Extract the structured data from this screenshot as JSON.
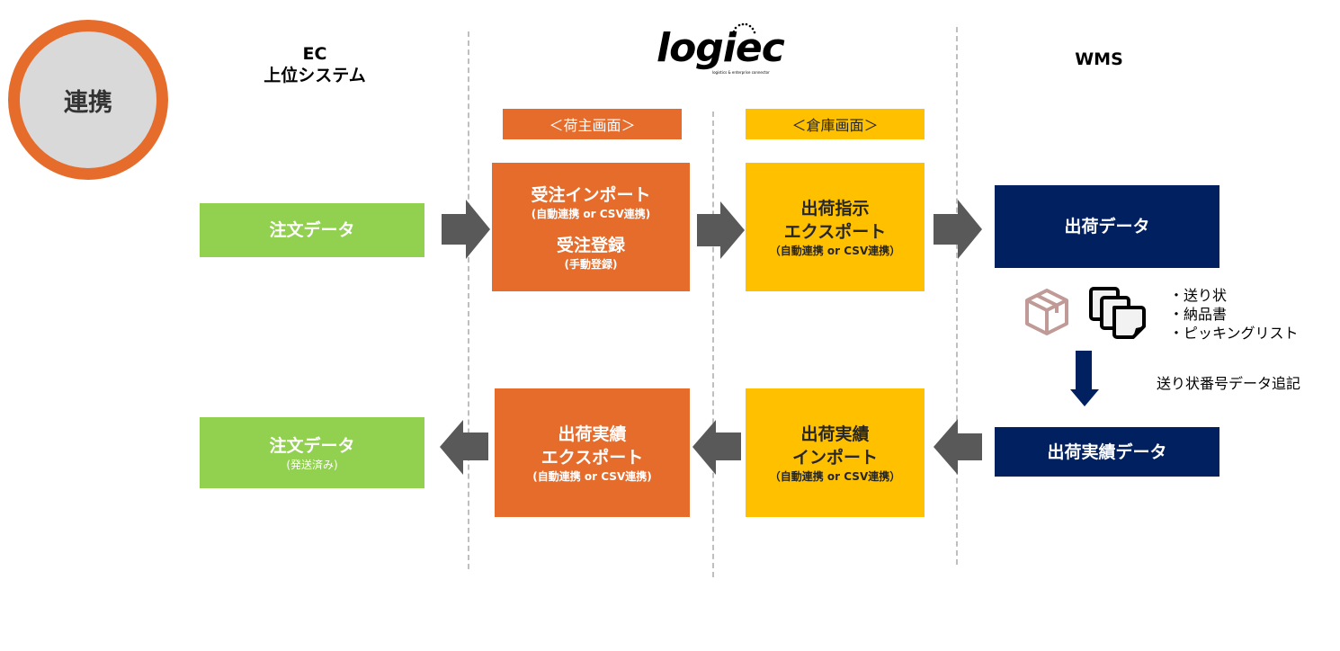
{
  "badge": {
    "label": "連携"
  },
  "columns": {
    "ec": {
      "line1": "EC",
      "line2": "上位システム"
    },
    "logiec": {
      "logo_text": "logiec",
      "logo_tagline": "logistics & enterprise connector"
    },
    "wms": {
      "label": "WMS"
    }
  },
  "screens": {
    "shipper": "＜荷主画面＞",
    "warehouse": "＜倉庫画面＞"
  },
  "flow_top": {
    "order_data": {
      "title": "注文データ"
    },
    "order_import": {
      "title": "受注インポート",
      "subtitle": "(自動連携 or CSV連携)",
      "title2": "受注登録",
      "subtitle2": "(手動登録)"
    },
    "shipping_export": {
      "title_line1": "出荷指示",
      "title_line2": "エクスポート",
      "subtitle": "（自動連携 or CSV連携）"
    },
    "shipping_data": {
      "title": "出荷データ"
    }
  },
  "wms_outputs": {
    "documents": [
      "・送り状",
      "・納品書",
      "・ピッキングリスト"
    ],
    "append_note": "送り状番号データ追記"
  },
  "flow_bottom": {
    "order_data_shipped": {
      "title": "注文データ",
      "subtitle": "(発送済み)"
    },
    "results_export": {
      "title_line1": "出荷実績",
      "title_line2": "エクスポート",
      "subtitle": "(自動連携 or CSV連携)"
    },
    "results_import": {
      "title_line1": "出荷実績",
      "title_line2": "インポート",
      "subtitle": "（自動連携 or CSV連携）"
    },
    "results_data": {
      "title": "出荷実績データ"
    }
  },
  "colors": {
    "orange": "#E66C2C",
    "yellow": "#FFC000",
    "green": "#92D050",
    "navy": "#002060",
    "arrow_gray": "#595959",
    "badge_fill": "#D9D9D9",
    "box_icon": "#C09A96"
  }
}
